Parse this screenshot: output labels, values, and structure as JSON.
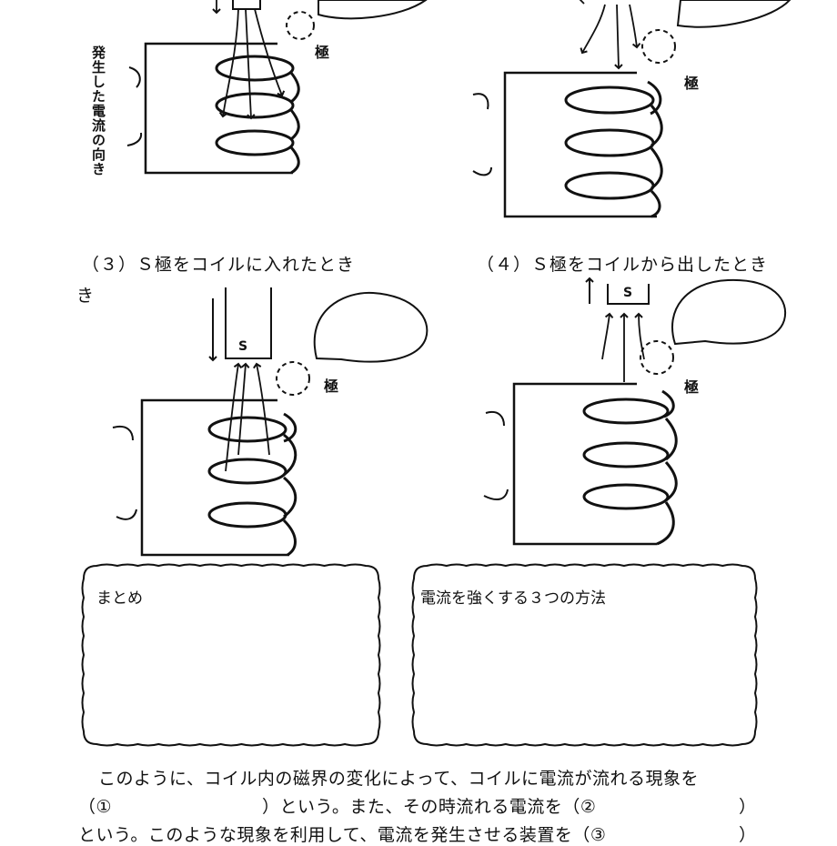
{
  "side_label": "発生した電流の向き",
  "pole_label": "極",
  "captions": {
    "c3_line1": "（３）Ｓ極をコイルに入れたとき",
    "c3_line2": "き",
    "c4": "（４）Ｓ極をコイルから出したとき"
  },
  "magnet_letter": "S",
  "summary_box": {
    "title": "まとめ"
  },
  "methods_box": {
    "title": "電流を強くする３つの方法"
  },
  "paragraph": {
    "line1": "このように、コイル内の磁界の変化によって、コイルに電流が流れる現象を",
    "line2_a": "（①",
    "line2_b": "）という。また、その時流れる電流を（②",
    "line2_c": "）",
    "line3_a": "という。このような現象を利用して、電流を発生させる装置を（③",
    "line3_b": "）"
  }
}
